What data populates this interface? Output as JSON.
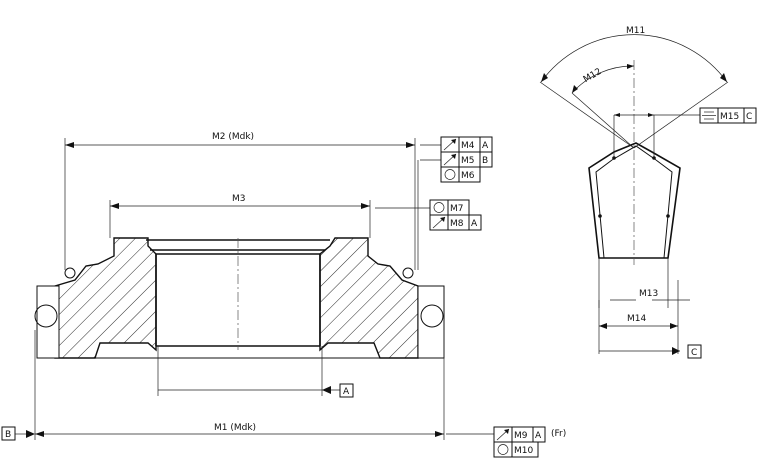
{
  "left_view": {
    "dims": {
      "m1": "M1 (Mdk)",
      "m2": "M2 (Mdk)",
      "m3": "M3"
    },
    "fcf_m4": {
      "symbol": "circular-runout-arrow",
      "value": "M4",
      "datum": "A"
    },
    "fcf_m5": {
      "symbol": "circular-runout-arrow",
      "value": "M5",
      "datum": "B"
    },
    "fcf_m6": {
      "symbol": "circularity-circle",
      "value": "M6"
    },
    "fcf_m7": {
      "symbol": "circularity-circle",
      "value": "M7"
    },
    "fcf_m8": {
      "symbol": "circular-runout-arrow",
      "value": "M8",
      "datum": "A"
    },
    "fcf_m9": {
      "symbol": "circular-runout-arrow",
      "value": "M9",
      "datum": "A",
      "note": "(Fr)"
    },
    "fcf_m10": {
      "symbol": "circularity-circle",
      "value": "M10"
    },
    "datum_a": "A",
    "datum_b": "B"
  },
  "right_view": {
    "dims": {
      "m11": "M11",
      "m12": "M12",
      "m13": "M13",
      "m14": "M14"
    },
    "fcf_m15": {
      "symbol": "symmetry",
      "value": "M15",
      "datum": "C"
    },
    "datum_c": "C"
  }
}
